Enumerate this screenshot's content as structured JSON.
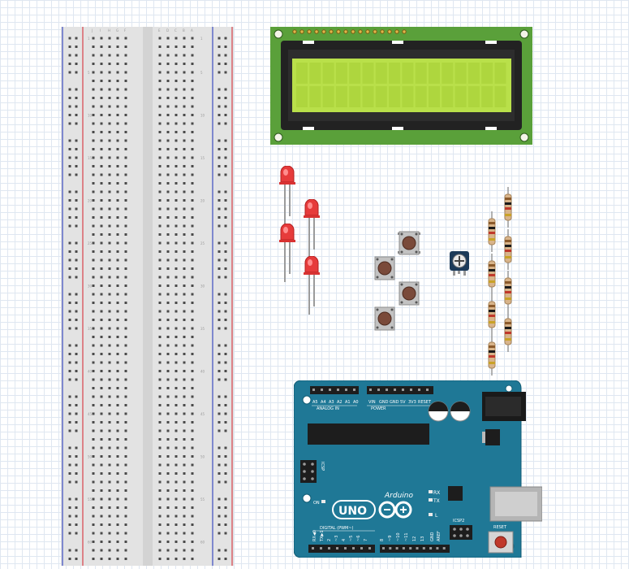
{
  "breadboard": {
    "row_numbers": [
      "1",
      "5",
      "10",
      "15",
      "20",
      "25",
      "30",
      "35",
      "40",
      "45",
      "50",
      "55",
      "60"
    ],
    "column_letters_left": "JIHGF",
    "column_letters_right": "EDCBA"
  },
  "lcd": {
    "pins": 16
  },
  "leds": {
    "count": 4,
    "color": "#e63b3b"
  },
  "buttons": {
    "count": 4
  },
  "potentiometer": {
    "count": 1
  },
  "resistors": {
    "count": 8
  },
  "arduino": {
    "analog_in_label": "ANALOG IN",
    "power_label": "POWER",
    "analog_pins": [
      "A5",
      "A4",
      "A3",
      "A2",
      "A1",
      "A0"
    ],
    "power_pins": [
      "VIN",
      "GND",
      "GND",
      "5V",
      "3V3",
      "RESET"
    ],
    "icsp_label": "ICSP",
    "icsp2_label": "ICSP2",
    "on_label": "ON",
    "brand_label": "Arduino",
    "model_label": "UNO",
    "tx_label": "TX",
    "rx_label": "RX",
    "l_label": "L",
    "reset_label": "RESET",
    "digital_label": "DIGITAL (PWM~)",
    "aref_label": "AREF",
    "gnd_label": "GND",
    "digital_pins": [
      "13",
      "12",
      "~11",
      "~10",
      "~9",
      "8",
      "7",
      "~6",
      "~5",
      "4",
      "~3",
      "2",
      "TX▶1",
      "RX◀0"
    ],
    "board_color": "#1f7896"
  }
}
